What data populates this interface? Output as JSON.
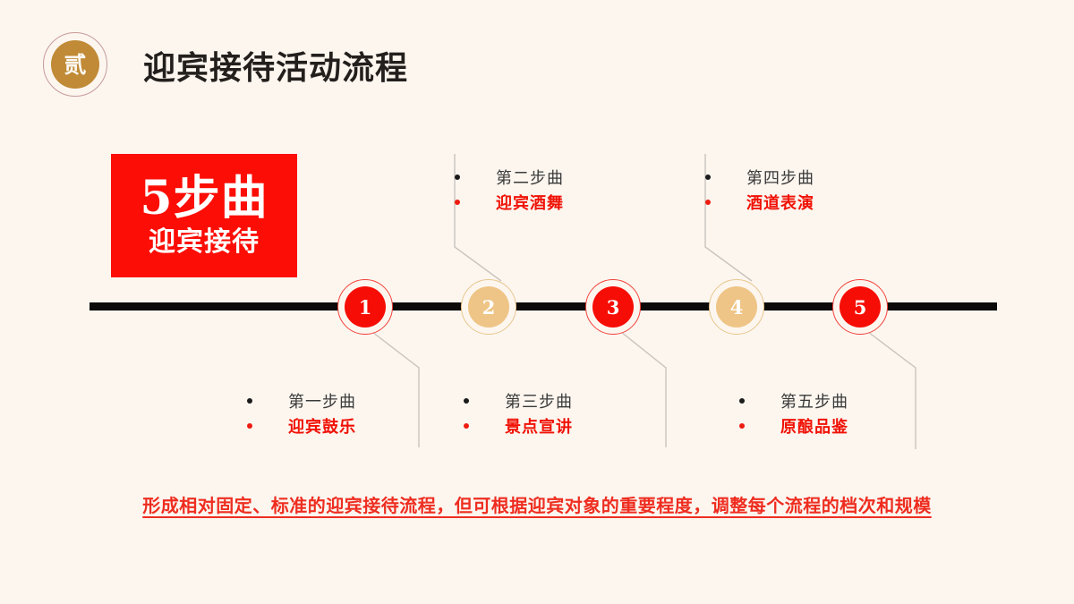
{
  "slide": {
    "background_color": "#fcf6ef",
    "accent_red": "#f60d05",
    "accent_gold": "#c08a36",
    "node_gold": "#eec586"
  },
  "header": {
    "badge_number": "贰",
    "badge_icon": "section-number-badge",
    "title": "迎宾接待活动流程"
  },
  "hero": {
    "main_text": "5步曲",
    "sub_text": "迎宾接待",
    "background_color": "#fc0d05"
  },
  "timeline": {
    "rail_color": "#0d0b09",
    "nodes": [
      {
        "number": "1",
        "style": "red"
      },
      {
        "number": "2",
        "style": "gold"
      },
      {
        "number": "3",
        "style": "red"
      },
      {
        "number": "4",
        "style": "gold"
      },
      {
        "number": "5",
        "style": "red"
      }
    ]
  },
  "steps": [
    {
      "order": "第一步曲",
      "name": "迎宾鼓乐",
      "position": "below"
    },
    {
      "order": "第二步曲",
      "name": "迎宾酒舞",
      "position": "above"
    },
    {
      "order": "第三步曲",
      "name": "景点宣讲",
      "position": "below"
    },
    {
      "order": "第四步曲",
      "name": "酒道表演",
      "position": "above"
    },
    {
      "order": "第五步曲",
      "name": "原酿品鉴",
      "position": "below"
    }
  ],
  "footer": {
    "caption": "形成相对固定、标准的迎宾接待流程，但可根据迎宾对象的重要程度，调整每个流程的档次和规模"
  }
}
